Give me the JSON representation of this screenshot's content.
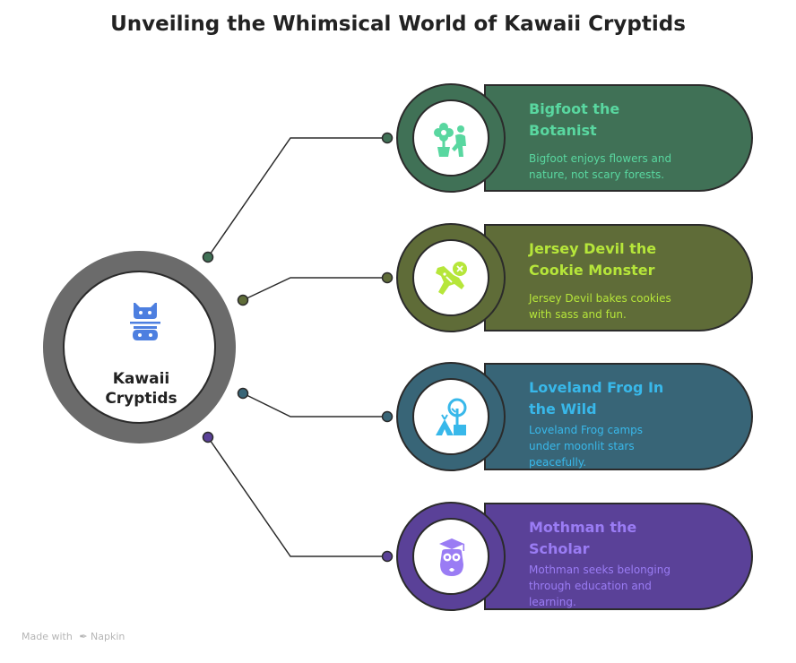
{
  "title": "Unveiling the Whimsical World of Kawaii Cryptids",
  "hub": {
    "label_line1": "Kawaii",
    "label_line2": "Cryptids",
    "icon": "game-controller-icon",
    "color": "#6b6b6b"
  },
  "items": [
    {
      "title_line1": "Bigfoot the",
      "title_line2": "Botanist",
      "desc_lines": [
        "Bigfoot enjoys flowers and",
        "nature, not scary forests."
      ],
      "icon": "flower-gardener-icon",
      "color": "#407156",
      "accent": "#59d7a0"
    },
    {
      "title_line1": "Jersey Devil the",
      "title_line2": "Cookie Monster",
      "desc_lines": [
        "Jersey Devil bakes cookies",
        "with sass and fun."
      ],
      "icon": "voodoo-doll-icon",
      "color": "#5f6c38",
      "accent": "#b6e63a"
    },
    {
      "title_line1": "Loveland Frog In",
      "title_line2": "the Wild",
      "desc_lines": [
        "Loveland Frog camps",
        "under moonlit stars",
        "peacefully."
      ],
      "icon": "camping-tent-icon",
      "color": "#386577",
      "accent": "#38b8ea"
    },
    {
      "title_line1": "Mothman the",
      "title_line2": "Scholar",
      "desc_lines": [
        "Mothman seeks belonging",
        "through education and",
        "learning."
      ],
      "icon": "graduate-owl-icon",
      "color": "#5a4198",
      "accent": "#9a7cf4"
    }
  ],
  "footer": {
    "made_with": "Made with",
    "brand": "Napkin"
  }
}
